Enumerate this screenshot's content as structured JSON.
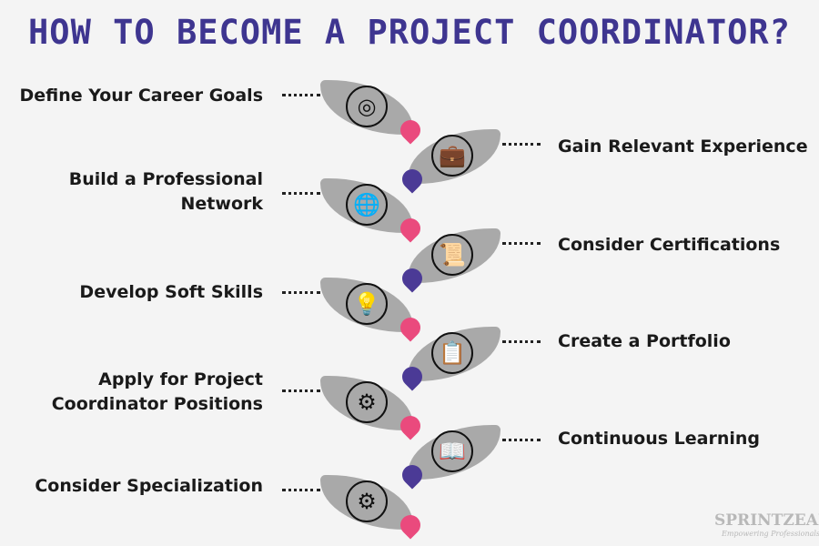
{
  "title": "HOW TO BECOME A PROJECT COORDINATOR?",
  "colors": {
    "title": "#3e3590",
    "leaf": "#a9a9a9",
    "pin_left": "#ea4a7d",
    "pin_right": "#4b3a96"
  },
  "steps": [
    {
      "label": "Define Your Career Goals",
      "side": "left",
      "icon": "target-icon",
      "glyph": "◎"
    },
    {
      "label": "Gain Relevant Experience",
      "side": "right",
      "icon": "briefcase-icon",
      "glyph": "💼"
    },
    {
      "label": "Build a Professional Network",
      "side": "left",
      "icon": "network-globe-icon",
      "glyph": "🌐"
    },
    {
      "label": "Consider Certifications",
      "side": "right",
      "icon": "certificate-icon",
      "glyph": "📜"
    },
    {
      "label": "Develop Soft Skills",
      "side": "left",
      "icon": "lightbulb-gear-icon",
      "glyph": "💡"
    },
    {
      "label": "Create a Portfolio",
      "side": "right",
      "icon": "portfolio-icon",
      "glyph": "📋"
    },
    {
      "label": "Apply for Project Coordinator Positions",
      "side": "left",
      "icon": "briefcase-gear-icon",
      "glyph": "⚙"
    },
    {
      "label": "Continuous Learning",
      "side": "right",
      "icon": "book-cycle-icon",
      "glyph": "📖"
    },
    {
      "label": "Consider Specialization",
      "side": "left",
      "icon": "gears-icon",
      "glyph": "⚙"
    }
  ],
  "logo": {
    "name": "SPRINTZEAL",
    "tagline": "Empowering Professionals"
  }
}
